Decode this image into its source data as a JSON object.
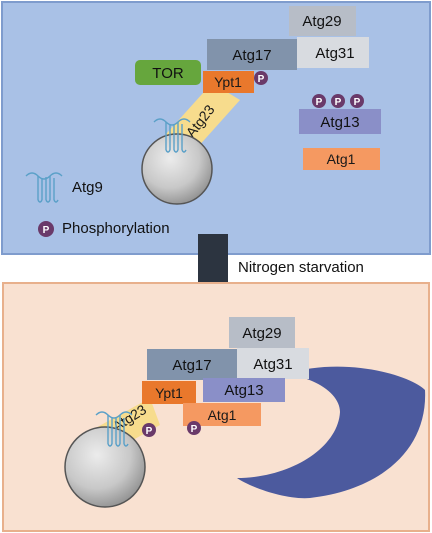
{
  "top_panel": {
    "proteins": {
      "atg29": "Atg29",
      "atg17": "Atg17",
      "atg31": "Atg31",
      "tor": "TOR",
      "ypt1": "Ypt1",
      "atg23": "Atg23",
      "atg13": "Atg13",
      "atg1": "Atg1",
      "atg9": "Atg9"
    },
    "legend": {
      "symbol": "P",
      "label": "Phosphorylation"
    }
  },
  "transition": {
    "label": "Nitrogen starvation"
  },
  "bottom_panel": {
    "proteins": {
      "atg29": "Atg29",
      "atg17": "Atg17",
      "atg31": "Atg31",
      "ypt1": "Ypt1",
      "atg13": "Atg13",
      "atg1": "Atg1",
      "atg23": "Atg23"
    }
  },
  "phospho_symbol": "P",
  "colors": {
    "top_panel_bg": "#a9c1e6",
    "top_panel_border": "#7f9ccd",
    "bottom_panel_bg": "#f9e1d1",
    "bottom_panel_border": "#e8b08c",
    "atg29": "#b7bdc7",
    "atg17": "#8193ab",
    "atg31": "#d8dbe0",
    "tor": "#66a63d",
    "ypt1": "#e9782c",
    "atg23": "#f7dc8d",
    "atg13": "#8a8fc8",
    "atg1": "#f59961",
    "phospho": "#6a3a6a",
    "atg9": "#5aa0c8",
    "vesicle": "#c4c4c4",
    "membrane": "#4c5a9e",
    "arrow": "#2c3440"
  }
}
